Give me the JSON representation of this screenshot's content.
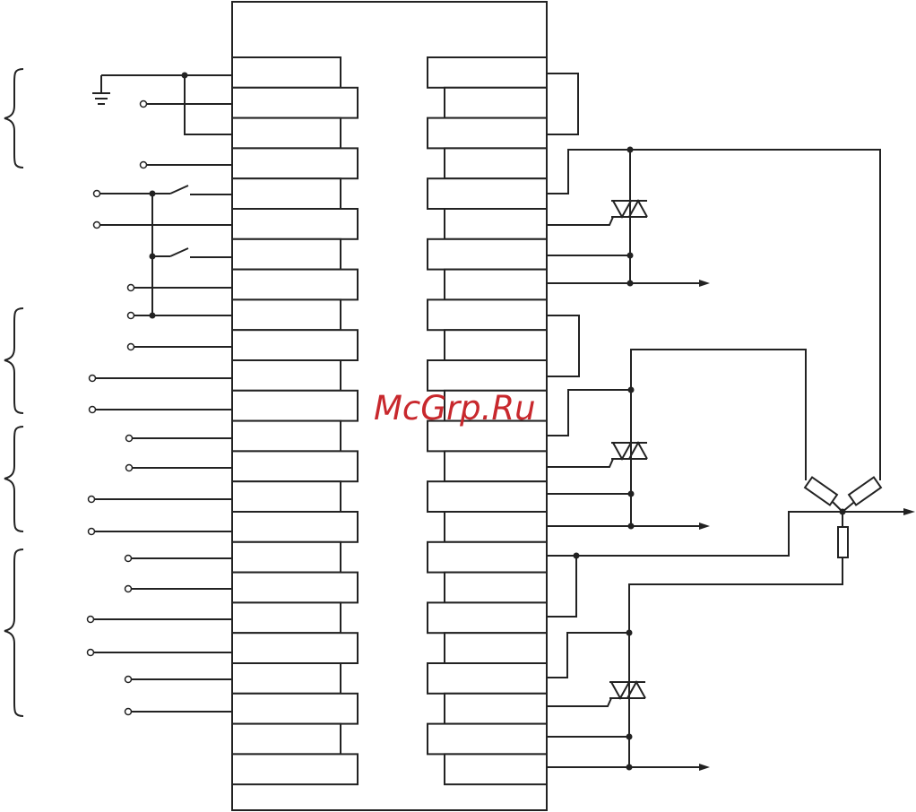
{
  "watermark": {
    "text": "McGrp.Ru",
    "color": "#c8282d"
  },
  "colors": {
    "line": "#222222",
    "background": "#ffffff"
  },
  "icons": [
    "ground-icon",
    "switch-icon",
    "triac-icon",
    "resistor-icon",
    "arrow-icon",
    "brace-icon",
    "terminal-icon"
  ],
  "terminals": {
    "left_count": 24,
    "right_count": 24
  }
}
